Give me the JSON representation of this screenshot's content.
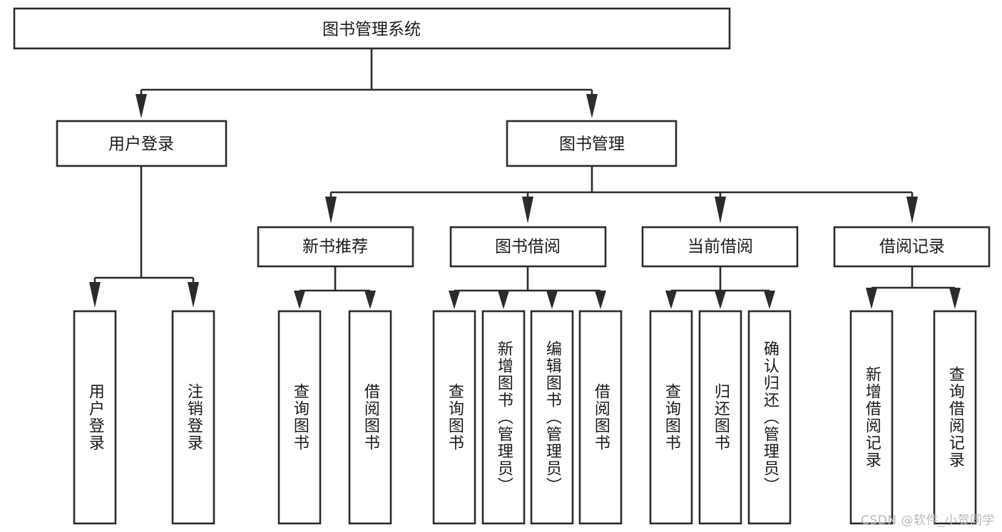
{
  "diagram": {
    "title": "图书管理系统",
    "watermark": "CSDN @软件_小贺同学",
    "colors": {
      "stroke": "#2b2b2b",
      "box_fill": "#ffffff",
      "text": "#1a1a1a",
      "watermark": "#b9b9b9",
      "background": "#ffffff"
    },
    "root": {
      "label": "图书管理系统"
    },
    "level1": [
      {
        "label": "用户登录"
      },
      {
        "label": "图书管理"
      }
    ],
    "level2": [
      {
        "label": "新书推荐"
      },
      {
        "label": "图书借阅"
      },
      {
        "label": "当前借阅"
      },
      {
        "label": "借阅记录"
      }
    ],
    "leaves": {
      "user_login": [
        {
          "label": "用户登录"
        },
        {
          "label": "注销登录"
        }
      ],
      "new_book_recommend": [
        {
          "label": "查询图书"
        },
        {
          "label": "借阅图书"
        }
      ],
      "book_borrow": [
        {
          "label": "查询图书"
        },
        {
          "label": "新增图书（管理员）"
        },
        {
          "label": "编辑图书（管理员）"
        },
        {
          "label": "借阅图书"
        }
      ],
      "current_borrow": [
        {
          "label": "查询图书"
        },
        {
          "label": "归还图书"
        },
        {
          "label": "确认归还（管理员）"
        }
      ],
      "borrow_record": [
        {
          "label": "新增借阅记录"
        },
        {
          "label": "查询借阅记录"
        }
      ]
    }
  }
}
